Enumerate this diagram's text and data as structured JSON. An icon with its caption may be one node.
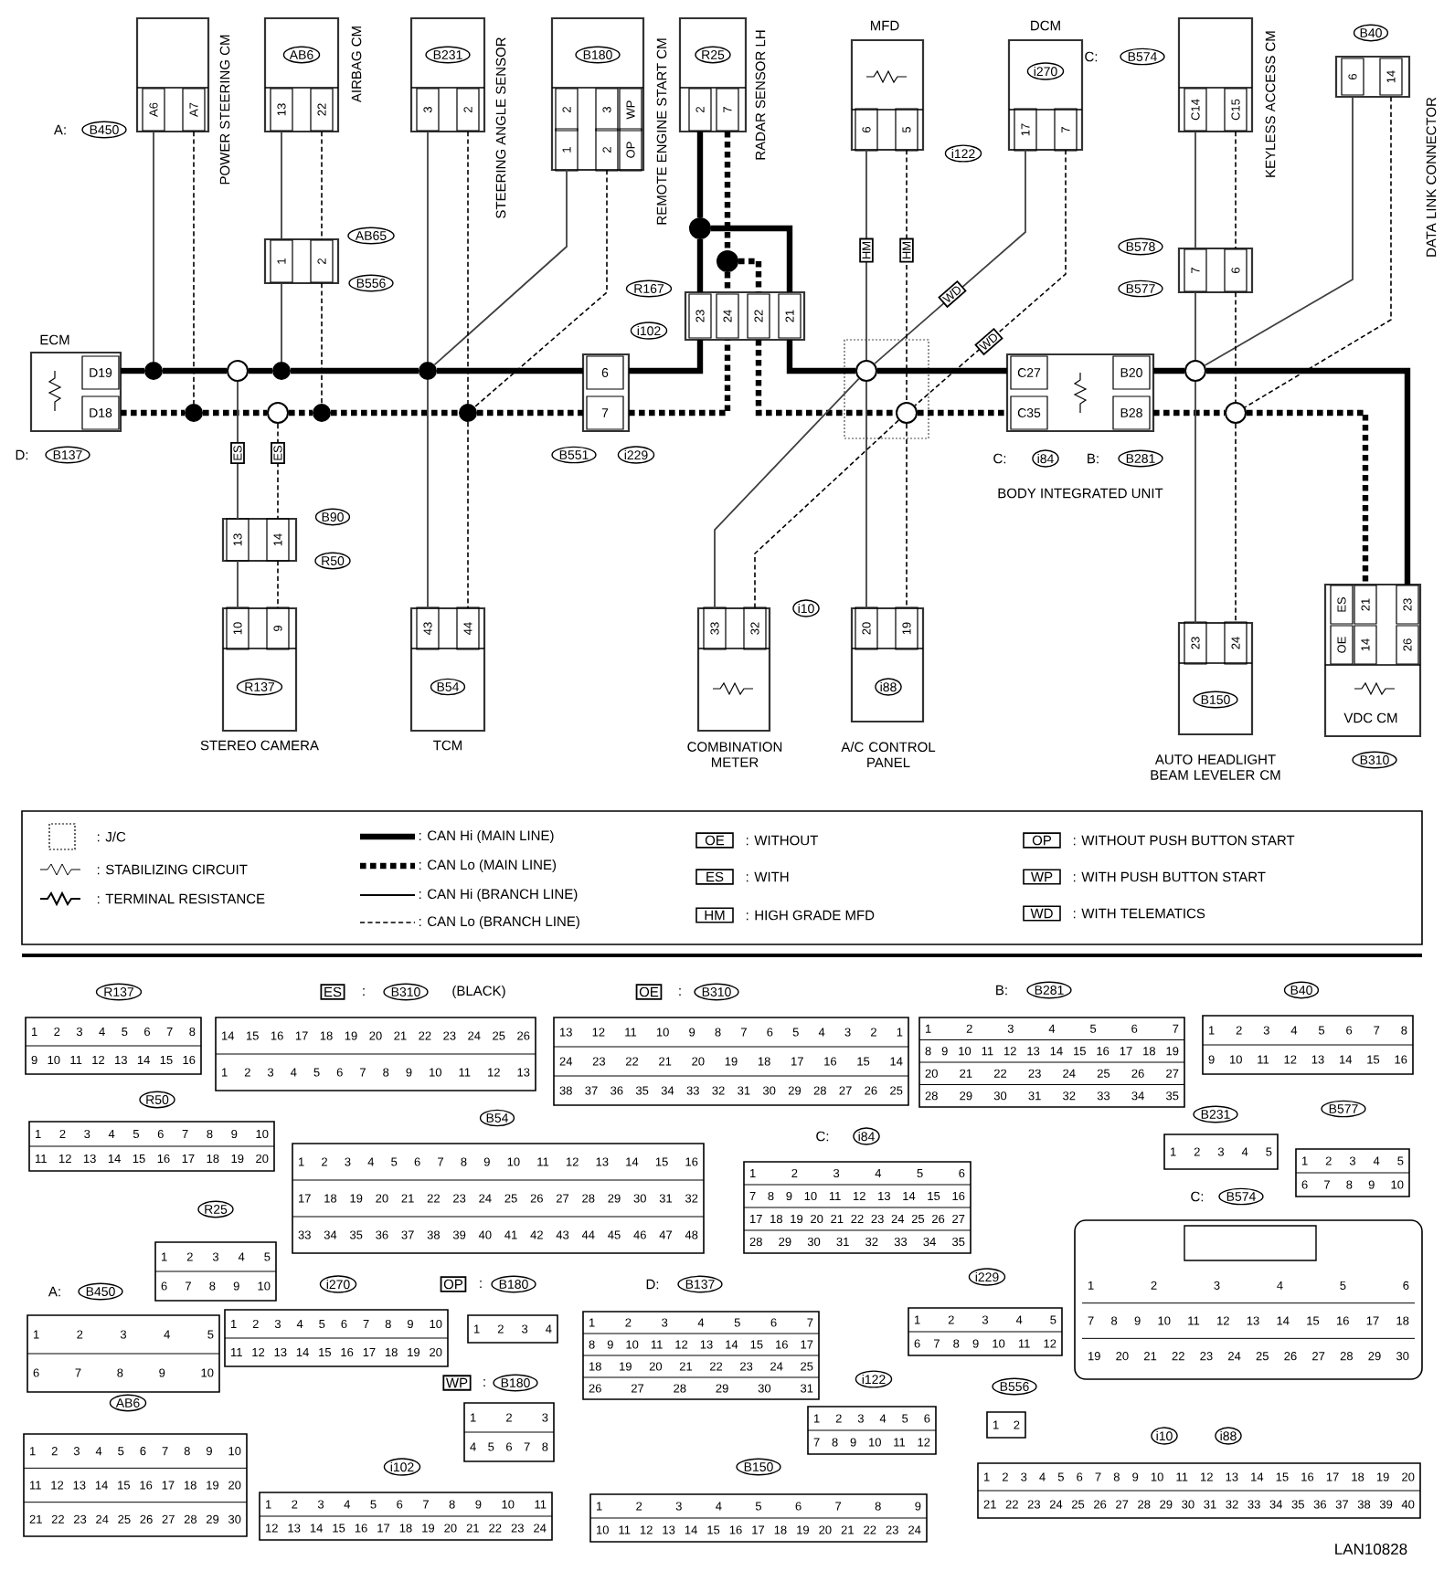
{
  "diagram": {
    "nodes": [
      {
        "text": [
          "ECM",
          "D19",
          "D18",
          "D:",
          "B137"
        ]
      },
      {
        "text": [
          "POWER STEERING CM",
          "A6",
          "A7",
          "A:",
          "B450"
        ]
      },
      {
        "text": [
          "AIRBAG CM",
          "AB6",
          "13",
          "22"
        ]
      },
      {
        "text": [
          "1",
          "2",
          "AB65",
          "B556"
        ]
      },
      {
        "text": [
          "STEERING ANGLE SENSOR",
          "B231",
          "3",
          "2"
        ]
      },
      {
        "text": [
          "REMOTE ENGINE START CM",
          "B180",
          "2",
          "3",
          "WP",
          "1",
          "2",
          "OP"
        ]
      },
      {
        "text": [
          "RADAR SENSOR LH",
          "R25",
          "2",
          "7"
        ]
      },
      {
        "text": [
          "23",
          "24",
          "22",
          "21",
          "R167",
          "i102"
        ]
      },
      {
        "text": [
          "6",
          "7",
          "B551",
          "i229"
        ]
      },
      {
        "text": [
          "MFD",
          "6",
          "5",
          "i122"
        ]
      },
      {
        "text": [
          "DCM",
          "i270",
          "17",
          "7"
        ]
      },
      {
        "text": [
          "KEYLESS ACCESS CM",
          "C:",
          "B574",
          "C14",
          "C15"
        ]
      },
      {
        "text": [
          "7",
          "6",
          "B578",
          "B577"
        ]
      },
      {
        "text": [
          "DATA LINK CONNECTOR",
          "B40",
          "6",
          "14"
        ]
      },
      {
        "text": [
          "C27",
          "C35",
          "B20",
          "B28",
          "C:",
          "i84",
          "B:",
          "B281",
          "BODY INTEGRATED UNIT"
        ]
      },
      {
        "text": [
          "10",
          "9",
          "R137",
          "STEREO CAMERA"
        ]
      },
      {
        "text": [
          "13",
          "14",
          "B90",
          "R50"
        ]
      },
      {
        "text": [
          "43",
          "44",
          "B54",
          "TCM"
        ]
      },
      {
        "text": [
          "33",
          "32",
          "i10",
          "COMBINATION METER"
        ]
      },
      {
        "text": [
          "20",
          "19",
          "i88",
          "A/C CONTROL PANEL"
        ]
      },
      {
        "text": [
          "23",
          "24",
          "B150",
          "AUTO HEADLIGHT BEAM LEVELER CM"
        ]
      },
      {
        "text": [
          "ES",
          "21",
          "23",
          "OE",
          "14",
          "26",
          "VDC CM",
          "B310"
        ]
      },
      {
        "text": [],
        "shape": "box"
      },
      {
        "text": [],
        "shape": "circle"
      },
      {
        "text": [],
        "shape": "circle"
      },
      {
        "text": [],
        "shape": "circle"
      },
      {
        "text": [],
        "shape": "circle"
      },
      {
        "text": [],
        "shape": "circle"
      },
      {
        "text": [],
        "shape": "circle"
      },
      {
        "text": [],
        "shape": "circle"
      },
      {
        "text": [],
        "shape": "circle"
      },
      {
        "text": [],
        "shape": "circle"
      },
      {
        "text": [],
        "shape": "circle"
      },
      {
        "text": [],
        "shape": "circle",
        "in": 22
      },
      {
        "text": [],
        "shape": "circle",
        "in": 22
      },
      {
        "text": [],
        "shape": "circle"
      },
      {
        "text": [],
        "shape": "circle"
      },
      {
        "text": [
          "R137",
          "1 2 3 4 5 6 7 8",
          "9 10 11 12 13 14 15 16"
        ]
      },
      {
        "text": [
          "ES",
          ":",
          "B310",
          "(BLACK)",
          "14 15 16 17 18 19 20 21 22 23 24 25 26",
          "1 2 3 4 5 6 7 8 9 10 11 12 13"
        ]
      },
      {
        "text": [
          "OE",
          ":",
          "B310",
          "13 12 11 10 9 8 7 6 5 4 3 2 1",
          "24 23 22 21 20 19 18 17 16 15 14",
          "38 37 36 35 34 33 32 31 30 29 28 27 26 25"
        ]
      },
      {
        "text": [
          "B:",
          "B281",
          "1 2 3 4 5 6 7",
          "8 9 10 11 12 13 14 15 16 17 18 19",
          "20 21 22 23 24 25 26 27",
          "28 29 30 31 32 33 34 35"
        ]
      },
      {
        "text": [
          "B40",
          "1 2 3 4 5 6 7 8",
          "9 10 11 12 13 14 15 16"
        ]
      },
      {
        "text": [
          "R50",
          "1 2 3 4 5 6 7 8 9 10",
          "11 12 13 14 15 16 17 18 19 20"
        ]
      },
      {
        "text": [
          "B54",
          "1 2 3 4 5 6 7 8 9 10 11 12 13 14 15 16",
          "17 18 19 20 21 22 23 24 25 26 27 28 29 30 31 32",
          "33 34 35 36 37 38 39 40 41 42 43 44 45 46 47 48"
        ]
      },
      {
        "text": [
          "B231",
          "1 2 3 4 5"
        ]
      },
      {
        "text": [
          "B577",
          "1 2 3 4 5",
          "6 7 8 9 10"
        ]
      },
      {
        "text": [
          "C:",
          "i84",
          "1 2 3 4 5 6",
          "7 8 9 10 11 12 13 14 15 16",
          "17 18 19 20 21 22 23 24 25 26 27",
          "28 29 30 31 32 33 34 35"
        ]
      },
      {
        "text": [
          "R25",
          "1 2 3 4 5",
          "6 7 8 9 10"
        ]
      },
      {
        "text": [
          "C:",
          "B574",
          "1 2 3 4 5 6",
          "7 8 9 10 11 12 13 14 15 16 17 18",
          "19 20 21 22 23 24 25 26 27 28 29 30"
        ]
      },
      {
        "text": [
          "A:",
          "B450",
          "1 2 3 4 5",
          "6 7 8 9 10"
        ]
      },
      {
        "text": [
          "i270",
          "1 2 3 4 5 6 7 8 9 10",
          "11 12 13 14 15 16 17 18 19 20"
        ]
      },
      {
        "text": [
          "OP",
          ":",
          "B180",
          "1 2 3 4"
        ]
      },
      {
        "text": [
          "D:",
          "B137",
          "1 2 3 4 5 6 7",
          "8 9 10 11 12 13 14 15 16 17",
          "18 19 20 21 22 23 24 25",
          "26 27 28 29 30 31"
        ]
      },
      {
        "text": [
          "i229",
          "1 2 3 4 5",
          "6 7 8 9 10 11 12"
        ]
      },
      {
        "text": [
          "WP",
          ":",
          "B180",
          "1 2 3",
          "4 5 6 7 8"
        ]
      },
      {
        "text": [
          "i122",
          "1 2 3 4 5 6",
          "7 8 9 10 11 12"
        ]
      },
      {
        "text": [
          "B556",
          "1 2"
        ]
      },
      {
        "text": [
          "AB6",
          "1 2 3 4 5 6 7 8 9 10",
          "11 12 13 14 15 16 17 18 19 20",
          "21 22 23 24 25 26 27 28 29 30"
        ]
      },
      {
        "text": [
          "i102",
          "1 2 3 4 5 6 7 8 9 10 11",
          "12 13 14 15 16 17 18 19 20 21 22 23 24"
        ]
      },
      {
        "text": [
          "B150",
          "1 2 3 4 5 6 7 8 9",
          "10 11 12 13 14 15 16 17 18 19 20 21 22 23 24"
        ]
      },
      {
        "text": [
          "i10",
          "i88",
          "1 2 3 4 5 6 7 8 9 10 11 12 13 14 15 16 17 18 19 20",
          "21 22 23 24 25 26 27 28 29 30 31 32 33 34 35 36 37 38 39 40"
        ]
      }
    ],
    "edges": [
      {
        "from": 0,
        "to": 23,
        "arrow": "none",
        "style": "thick"
      },
      {
        "from": 23,
        "to": 24,
        "arrow": "none",
        "style": "thick"
      },
      {
        "from": 24,
        "to": 25,
        "arrow": "none",
        "style": "thick"
      },
      {
        "from": 25,
        "to": 26,
        "arrow": "none",
        "style": "thick"
      },
      {
        "from": 26,
        "to": 8,
        "arrow": "none",
        "style": "thick"
      },
      {
        "from": 8,
        "to": 7,
        "arrow": "none",
        "style": "thick"
      },
      {
        "from": 7,
        "to": 33,
        "arrow": "none",
        "style": "thick"
      },
      {
        "from": 33,
        "to": 14,
        "arrow": "none",
        "style": "thick"
      },
      {
        "from": 14,
        "to": 35,
        "arrow": "none",
        "style": "thick"
      },
      {
        "from": 35,
        "to": 21,
        "arrow": "none",
        "style": "thick"
      },
      {
        "from": 6,
        "to": 31,
        "arrow": "none",
        "style": "thick"
      },
      {
        "from": 31,
        "to": 7,
        "arrow": "none",
        "style": "thick"
      },
      {
        "from": 31,
        "to": 7,
        "arrow": "none",
        "style": "thick"
      },
      {
        "from": 0,
        "to": 27,
        "arrow": "none",
        "style": "dashed"
      },
      {
        "from": 27,
        "to": 28,
        "arrow": "none",
        "style": "dashed"
      },
      {
        "from": 28,
        "to": 29,
        "arrow": "none",
        "style": "dashed"
      },
      {
        "from": 29,
        "to": 30,
        "arrow": "none",
        "style": "dashed"
      },
      {
        "from": 30,
        "to": 8,
        "arrow": "none",
        "style": "dashed"
      },
      {
        "from": 8,
        "to": 7,
        "arrow": "none",
        "style": "dashed"
      },
      {
        "from": 7,
        "to": 34,
        "arrow": "none",
        "style": "dashed"
      },
      {
        "from": 34,
        "to": 14,
        "arrow": "none",
        "style": "dashed"
      },
      {
        "from": 14,
        "to": 36,
        "arrow": "none",
        "style": "dashed"
      },
      {
        "from": 36,
        "to": 21,
        "arrow": "none",
        "style": "dashed"
      },
      {
        "from": 6,
        "to": 32,
        "arrow": "none",
        "style": "dashed"
      },
      {
        "from": 32,
        "to": 7,
        "arrow": "none",
        "style": "dashed"
      },
      {
        "from": 32,
        "to": 7,
        "arrow": "none",
        "style": "dashed"
      },
      {
        "from": 1,
        "to": 23,
        "arrow": "none"
      },
      {
        "from": 2,
        "to": 3,
        "arrow": "none"
      },
      {
        "from": 3,
        "to": 25,
        "arrow": "none"
      },
      {
        "from": 4,
        "to": 26,
        "arrow": "none"
      },
      {
        "from": 26,
        "to": 17,
        "arrow": "none"
      },
      {
        "from": 5,
        "to": 26,
        "arrow": "none"
      },
      {
        "from": 24,
        "to": 16,
        "arrow": "none",
        "label": "ES"
      },
      {
        "from": 16,
        "to": 15,
        "arrow": "none"
      },
      {
        "from": 9,
        "to": 33,
        "arrow": "none",
        "label": "HM"
      },
      {
        "from": 33,
        "to": 19,
        "arrow": "none"
      },
      {
        "from": 10,
        "to": 33,
        "arrow": "none",
        "label": "WD"
      },
      {
        "from": 33,
        "to": 18,
        "arrow": "none"
      },
      {
        "from": 11,
        "to": 12,
        "arrow": "none"
      },
      {
        "from": 12,
        "to": 35,
        "arrow": "none"
      },
      {
        "from": 35,
        "to": 20,
        "arrow": "none"
      },
      {
        "from": 13,
        "to": 35,
        "arrow": "none"
      },
      {
        "from": 1,
        "to": 27,
        "arrow": "none",
        "style": "dashed"
      },
      {
        "from": 2,
        "to": 3,
        "arrow": "none",
        "style": "dashed"
      },
      {
        "from": 3,
        "to": 29,
        "arrow": "none",
        "style": "dashed"
      },
      {
        "from": 4,
        "to": 30,
        "arrow": "none",
        "style": "dashed"
      },
      {
        "from": 30,
        "to": 17,
        "arrow": "none",
        "style": "dashed"
      },
      {
        "from": 5,
        "to": 30,
        "arrow": "none",
        "style": "dashed"
      },
      {
        "from": 28,
        "to": 16,
        "arrow": "none",
        "style": "dashed",
        "label": "ES"
      },
      {
        "from": 16,
        "to": 15,
        "arrow": "none",
        "style": "dashed"
      },
      {
        "from": 9,
        "to": 34,
        "arrow": "none",
        "style": "dashed",
        "label": "HM"
      },
      {
        "from": 34,
        "to": 19,
        "arrow": "none",
        "style": "dashed"
      },
      {
        "from": 10,
        "to": 34,
        "arrow": "none",
        "style": "dashed",
        "label": "WD"
      },
      {
        "from": 34,
        "to": 18,
        "arrow": "none",
        "style": "dashed"
      },
      {
        "from": 11,
        "to": 12,
        "arrow": "none",
        "style": "dashed"
      },
      {
        "from": 12,
        "to": 36,
        "arrow": "none",
        "style": "dashed"
      },
      {
        "from": 36,
        "to": 20,
        "arrow": "none",
        "style": "dashed"
      },
      {
        "from": 13,
        "to": 36,
        "arrow": "none",
        "style": "dashed"
      }
    ],
    "labels": [
      "OE",
      "ES",
      "HM",
      "OP",
      "WP",
      "WD",
      "LAN10828"
    ],
    "legend": [
      {
        "text": ": J/C"
      },
      {
        "text": ": STABILIZING CIRCUIT"
      },
      {
        "text": ": TERMINAL RESISTANCE"
      },
      {
        "text": ": CAN Hi (MAIN LINE)"
      },
      {
        "text": ": CAN Lo (MAIN LINE)"
      },
      {
        "text": ": CAN Hi (BRANCH LINE)"
      },
      {
        "text": ": CAN Lo (BRANCH LINE)"
      },
      {
        "text": ": WITHOUT"
      },
      {
        "text": ": WITH"
      },
      {
        "text": ": HIGH GRADE MFD"
      },
      {
        "text": ": WITHOUT PUSH BUTTON START"
      },
      {
        "text": ": WITH PUSH BUTTON START"
      },
      {
        "text": ": WITH TELEMATICS"
      }
    ]
  }
}
